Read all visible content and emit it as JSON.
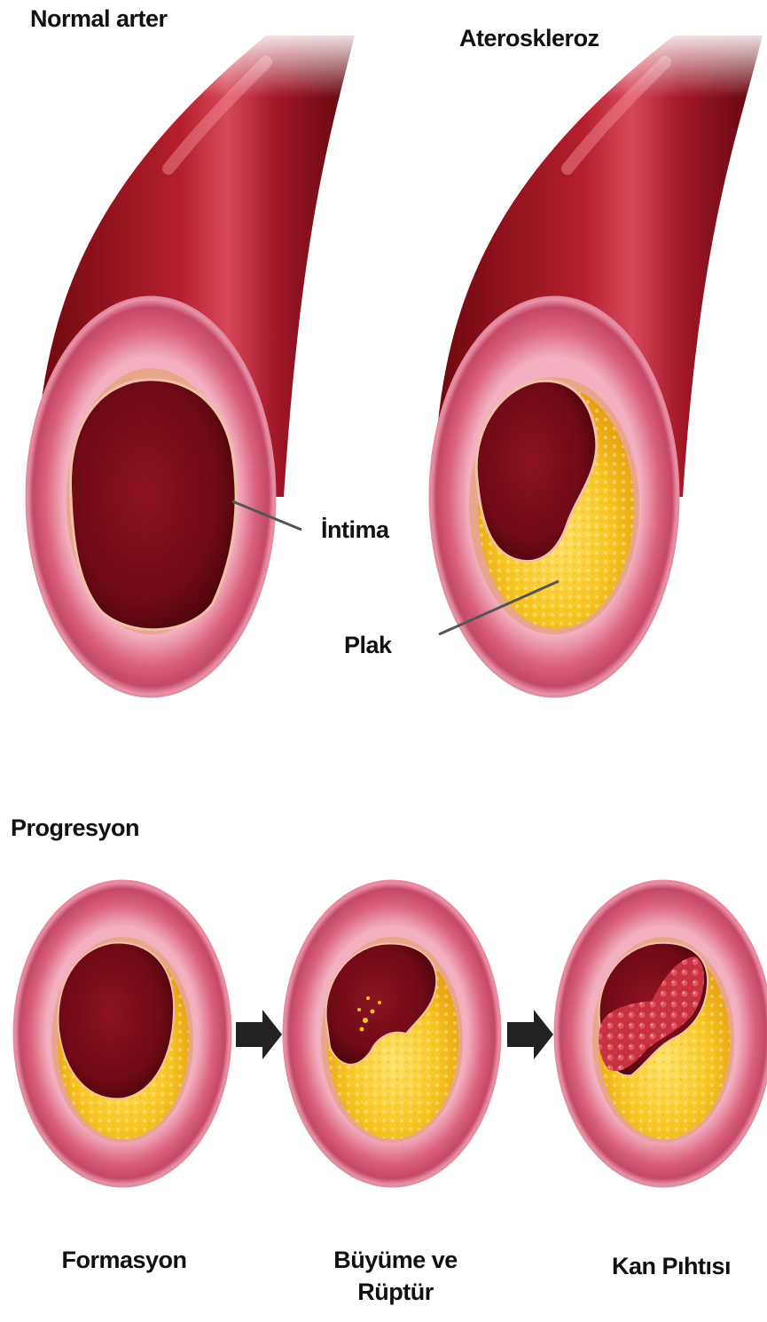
{
  "labels": {
    "normal_artery": "Normal arter",
    "atherosclerosis": "Ateroskleroz",
    "intima": "İntima",
    "plaque": "Plak",
    "progression": "Progresyon",
    "formation": "Formasyon",
    "growth_rupture_line1": "Büyüme ve",
    "growth_rupture_line2": "Rüptür",
    "blood_clot": "Kan Pıhtısı"
  },
  "colors": {
    "vessel_dark": "#7a0a14",
    "vessel_mid": "#b01a28",
    "wall_pink": "#d9607d",
    "wall_light": "#f2a2b6",
    "lumen": "#7b0e1a",
    "plaque": "#f5c21f",
    "clot": "#d8404f",
    "arrow": "#222222"
  }
}
